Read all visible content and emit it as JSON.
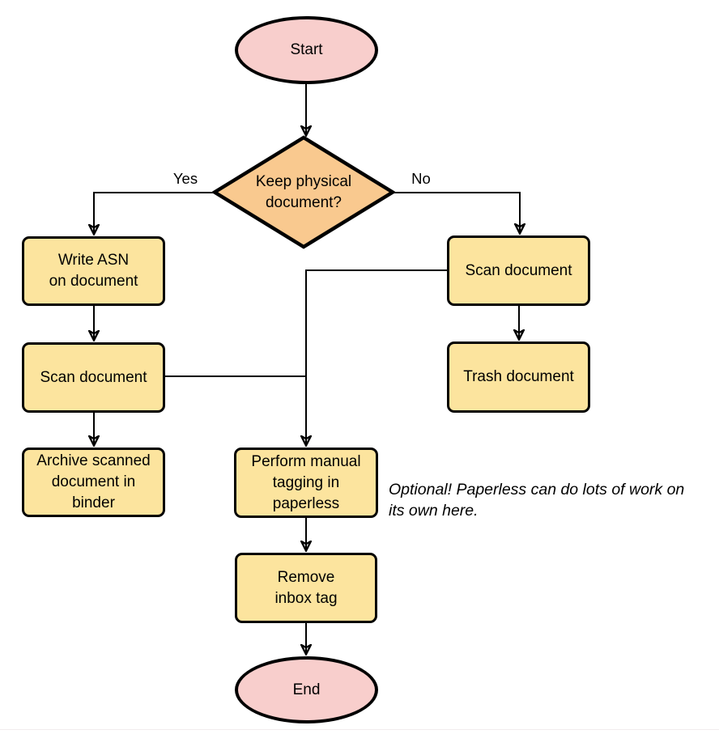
{
  "nodes": {
    "start": {
      "label": "Start",
      "type": "terminator"
    },
    "decision": {
      "label": "Keep physical\ndocument?",
      "type": "decision"
    },
    "write_asn": {
      "label": "Write ASN\non document",
      "type": "process"
    },
    "scan_keep": {
      "label": "Scan document",
      "type": "process"
    },
    "archive": {
      "label": "Archive scanned\ndocument in\nbinder",
      "type": "process"
    },
    "scan_discard": {
      "label": "Scan document",
      "type": "process"
    },
    "trash": {
      "label": "Trash document",
      "type": "process"
    },
    "tagging": {
      "label": "Perform manual\ntagging in\npaperless",
      "type": "process"
    },
    "remove_inbox": {
      "label": "Remove\ninbox tag",
      "type": "process"
    },
    "end": {
      "label": "End",
      "type": "terminator"
    }
  },
  "edge_labels": {
    "yes": "Yes",
    "no": "No"
  },
  "annotation": "Optional! Paperless can do lots of work on\nits own here.",
  "colors": {
    "terminator_fill": "#f8cecc",
    "decision_fill": "#f9c98f",
    "process_fill": "#fce49e",
    "stroke": "#000000"
  }
}
